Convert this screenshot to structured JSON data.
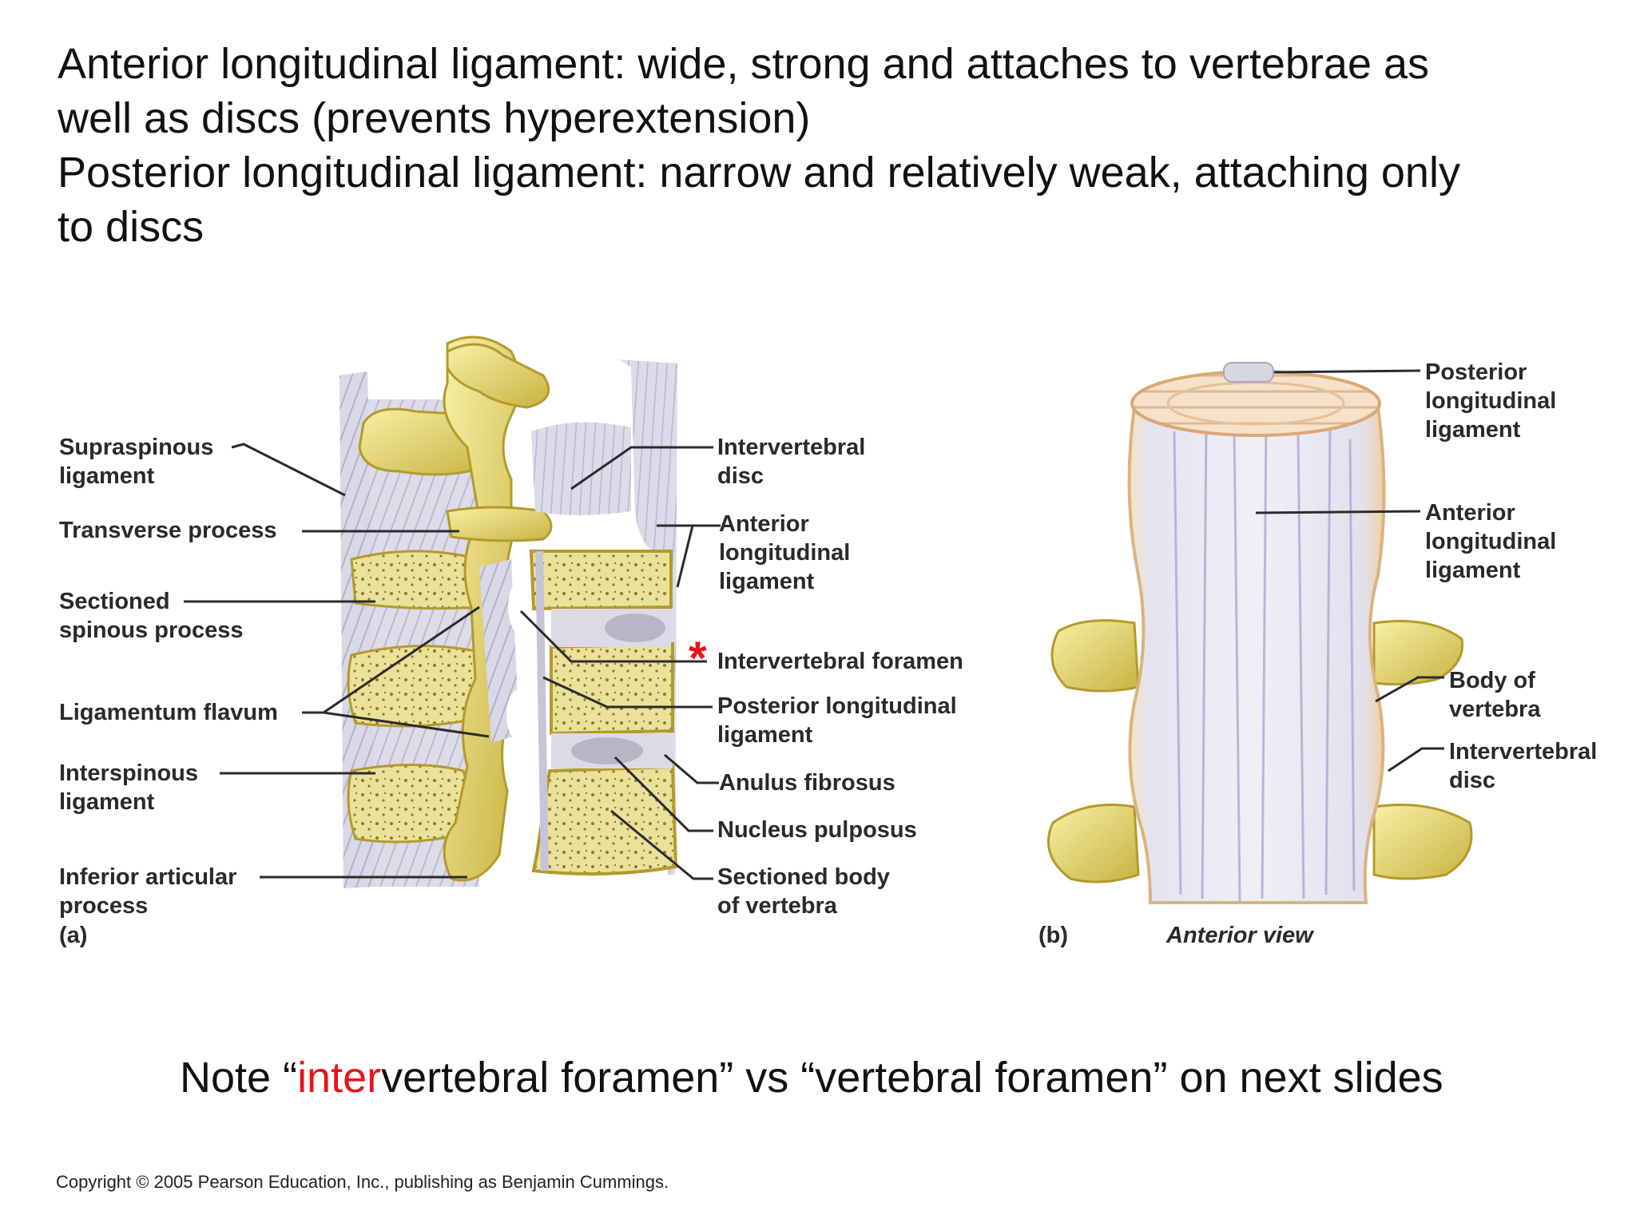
{
  "heading": {
    "line1": "Anterior longitudinal ligament: wide, strong and attaches to vertebrae as",
    "line2": "well as discs (prevents hyperextension)",
    "line3": "Posterior longitudinal ligament: narrow and relatively weak, attaching only",
    "line4": "to discs"
  },
  "figure_a": {
    "panel_label": "(a)",
    "labels": {
      "supraspinous": "Supraspinous\nligament",
      "transverse": "Transverse process",
      "sectioned_spinous": "Sectioned\nspinous process",
      "ligamentum_flavum": "Ligamentum flavum",
      "interspinous": "Interspinous\nligament",
      "inferior_articular": "Inferior articular\nprocess",
      "intervertebral_disc": "Intervertebral\ndisc",
      "anterior_longitudinal": "Anterior\nlongitudinal\nligament",
      "intervertebral_foramen": "Intervertebral foramen",
      "posterior_longitudinal": "Posterior longitudinal\nligament",
      "anulus_fibrosus": "Anulus fibrosus",
      "nucleus_pulposus": "Nucleus pulposus",
      "sectioned_body": "Sectioned body\nof vertebra"
    },
    "marker": "*",
    "marker_color": "#e8141b"
  },
  "figure_b": {
    "panel_label": "(b)",
    "view_label": "Anterior view",
    "labels": {
      "posterior_longitudinal": "Posterior\nlongitudinal\nligament",
      "anterior_longitudinal": "Anterior\nlongitudinal\nligament",
      "body_of_vertebra": "Body of\nvertebra",
      "intervertebral_disc": "Intervertebral\ndisc"
    }
  },
  "note": {
    "prefix": "Note “",
    "highlight": "inter",
    "suffix": "vertebral foramen” vs “vertebral foramen” on next slides",
    "highlight_color": "#e8141b"
  },
  "copyright": "Copyright © 2005 Pearson Education, Inc., publishing as Benjamin Cummings."
}
